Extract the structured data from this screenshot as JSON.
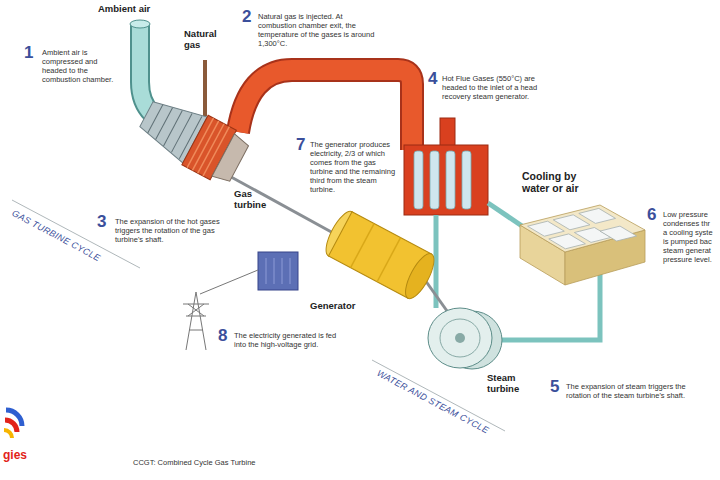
{
  "diagram": {
    "caption": "CCGT: Combined Cycle Gas Turbine",
    "labels": [
      "Ambient air",
      "1",
      "Ambient air is compressed and headed to the combustion chamber.",
      "Natural gas",
      "2",
      "Natural gas is injected. At combustion chamber exit, the temperature of the gases is around 1,300°C.",
      "Gas turbine",
      "4",
      "Hot Flue Gases (550°C) are headed to the inlet of a head recovery steam generator.",
      "7",
      "The generator produces electricity, 2/3 of which comes from the gas turbine and the remaining third from the steam turbine.",
      "Cooling by water or air",
      "6",
      "Low pressure condenses thr a cooling syste is pumped bac steam generat pressure level.",
      "GAS TURBINE CYCLE",
      "3",
      "The expansion of the hot gases triggers the rotation of the gas turbine's shaft.",
      "Generator",
      "8",
      "The electricity generated is fed into the high-voltage grid.",
      "WATER AND STEAM CYCLE",
      "Steam turbine",
      "5",
      "The expansion of steam triggers the rotation of the steam turbine's shaft.",
      "gies"
    ]
  }
}
